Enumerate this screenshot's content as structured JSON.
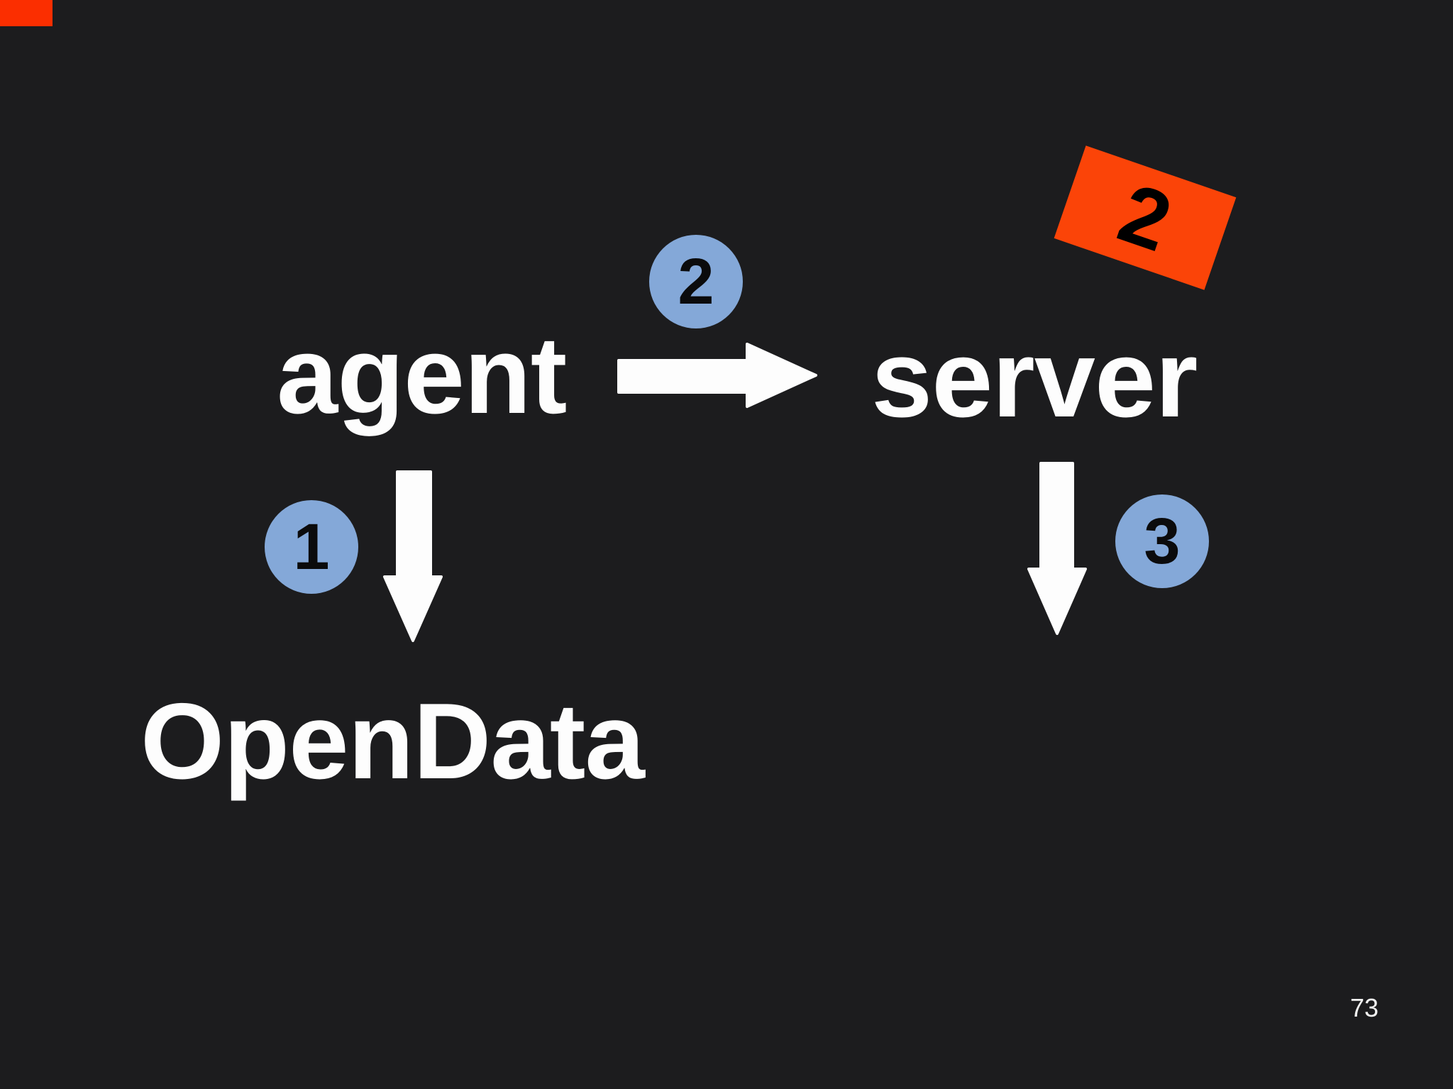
{
  "slide": {
    "page_number": "73"
  },
  "diagram": {
    "nodes": [
      {
        "id": "agent",
        "label": "agent"
      },
      {
        "id": "server",
        "label": "server"
      },
      {
        "id": "opendata",
        "label": "OpenData"
      }
    ],
    "edges": [
      {
        "from": "agent",
        "to": "opendata",
        "direction": "down",
        "step": "1"
      },
      {
        "from": "agent",
        "to": "server",
        "direction": "right",
        "step": "2"
      },
      {
        "from": "server",
        "direction": "down",
        "step": "3"
      }
    ],
    "flag": {
      "label": "2"
    }
  },
  "colors": {
    "background": "#1c1c1e",
    "text_white": "#fdfdfd",
    "badge_blue": "#84a8d8",
    "flag_orange": "#fb4408",
    "corner_red": "#fb2e00",
    "badge_number": "#0b0b0c",
    "flag_number": "#000000",
    "page_number": "#f2f2f2"
  }
}
